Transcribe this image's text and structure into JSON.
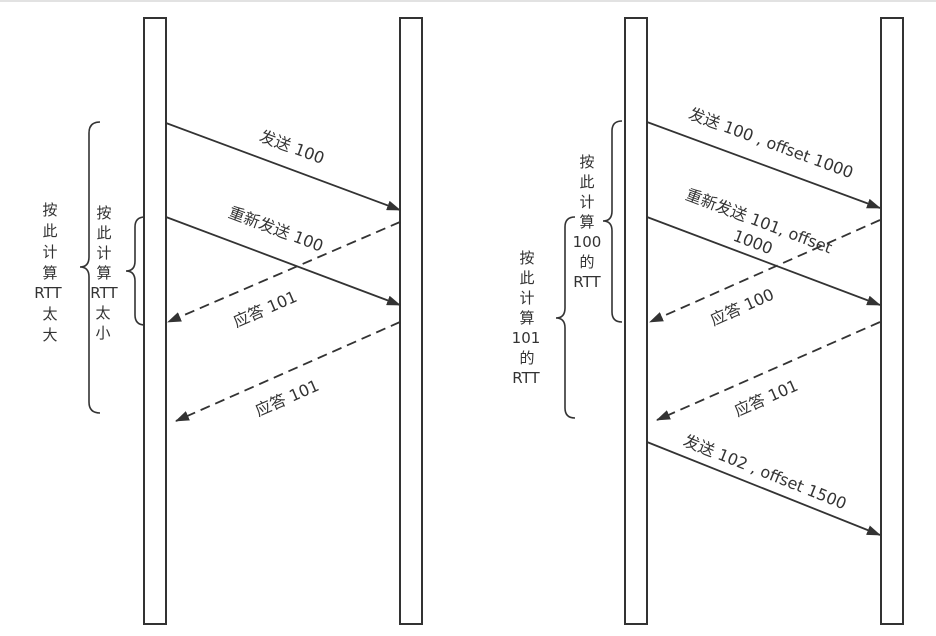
{
  "left_diagram": {
    "messages": {
      "send_100": "发送 100",
      "resend_100": "重新发送 100",
      "ack_101_first": "应答 101",
      "ack_101_second": "应答 101"
    },
    "brace_large_label": [
      "按",
      "此",
      "计",
      "算",
      "RTT",
      "太",
      "大"
    ],
    "brace_small_label": [
      "按",
      "此",
      "计",
      "算",
      "RTT",
      "太",
      "小"
    ]
  },
  "right_diagram": {
    "messages": {
      "send_100": "发送 100 , offset 1000",
      "resend_101_line1": "重新发送 101, offset",
      "resend_101_line2": "1000",
      "ack_100": "应答 100",
      "ack_101": "应答 101",
      "send_102": "发送 102 , offset 1500"
    },
    "brace_100_label": [
      "按",
      "此",
      "计",
      "算",
      "100",
      "的",
      "RTT"
    ],
    "brace_101_label": [
      "按",
      "此",
      "计",
      "算",
      "101",
      "的",
      "RTT"
    ]
  },
  "colors": {
    "line": "#333333",
    "background": "#ffffff"
  }
}
